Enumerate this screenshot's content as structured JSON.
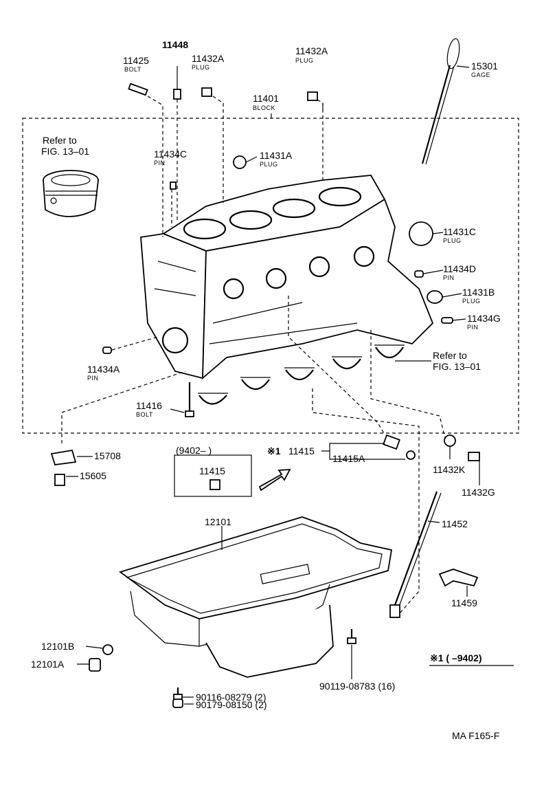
{
  "parts": {
    "p11448": {
      "number": "11448"
    },
    "p11425": {
      "number": "11425",
      "desc": "BOLT"
    },
    "p11432A_1": {
      "number": "11432A",
      "desc": "PLUG"
    },
    "p11432A_2": {
      "number": "11432A",
      "desc": "PLUG"
    },
    "p15301": {
      "number": "15301",
      "desc": "GAGE"
    },
    "p11401": {
      "number": "11401",
      "desc": "BLOCK"
    },
    "p11434C": {
      "number": "11434C",
      "desc": "PIN"
    },
    "p11431A": {
      "number": "11431A",
      "desc": "PLUG"
    },
    "p11431C": {
      "number": "11431C",
      "desc": "PLUG"
    },
    "p11434D": {
      "number": "11434D",
      "desc": "PIN"
    },
    "p11431B": {
      "number": "11431B",
      "desc": "PLUG"
    },
    "p11434G": {
      "number": "11434G",
      "desc": "PIN"
    },
    "p11434A": {
      "number": "11434A",
      "desc": "PIN"
    },
    "p11416": {
      "number": "11416",
      "desc": "BOLT"
    },
    "p15708": {
      "number": "15708"
    },
    "p15605": {
      "number": "15605"
    },
    "p11415_note": {
      "number": "11415"
    },
    "p11415": {
      "number": "11415"
    },
    "p11415A": {
      "number": "11415A"
    },
    "p11432K": {
      "number": "11432K"
    },
    "p11432G": {
      "number": "11432G"
    },
    "p12101": {
      "number": "12101"
    },
    "p11452": {
      "number": "11452"
    },
    "p11459": {
      "number": "11459"
    },
    "p12101B": {
      "number": "12101B"
    },
    "p12101A": {
      "number": "12101A"
    },
    "p90119": {
      "number": "90119-08783 (16)"
    },
    "p90116": {
      "number": "90116-08279 (2)"
    },
    "p90179": {
      "number": "90179-08150 (2)"
    }
  },
  "refs": {
    "top": {
      "line1": "Refer to",
      "line2": "FIG. 13–01"
    },
    "right": {
      "line1": "Refer to",
      "line2": "FIG. 13–01"
    }
  },
  "notes": {
    "date_box": "(9402–        )",
    "mark_prefix": "※1",
    "legend_mark": "※1 (        –9402)",
    "code": "MA  F165-F"
  }
}
